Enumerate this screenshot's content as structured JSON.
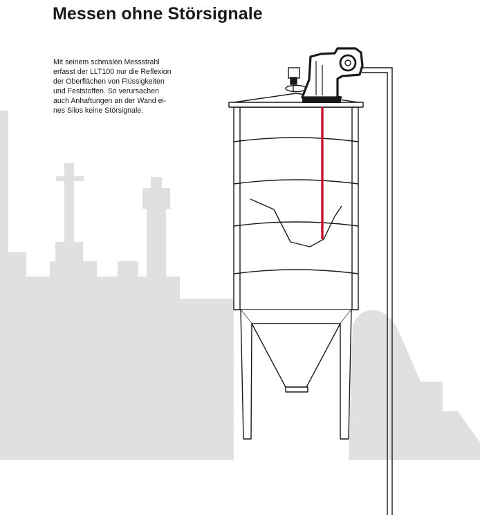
{
  "heading": "Messen ohne Störsignale",
  "description_lines": [
    "Mit seinem schmalen Messstrahl",
    "erfasst der LLT100 nur die Reflexion",
    "der Oberflächen von Flüssigkeiten",
    "und Feststoffen. So verursachen",
    "auch Anhaftungen an der Wand ei-",
    "nes Silos keine Störsignale."
  ],
  "colors": {
    "background": "#ffffff",
    "factory_silhouette": "#e0e0e0",
    "outline": "#1a1a1a",
    "laser_beam": "#c8102e"
  },
  "icons": {
    "factory": "factory-silhouette-icon",
    "silo": "silo-tank-icon",
    "sensor": "laser-level-transmitter-icon",
    "beam": "laser-beam-icon",
    "cable": "cable-conduit-icon"
  }
}
